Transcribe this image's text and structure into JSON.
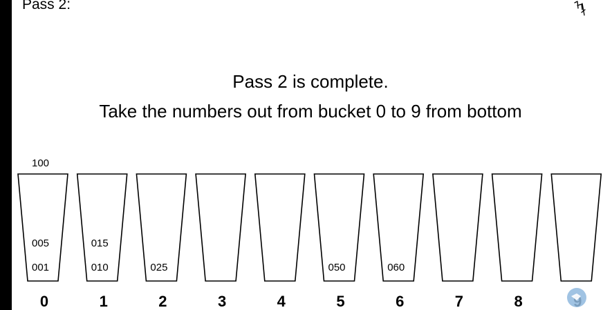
{
  "title": "Pass 2:",
  "message_line1": "Pass 2 is complete.",
  "message_line2": "Take the numbers out from bucket 0 to 9 from bottom",
  "buckets": [
    {
      "label": "0",
      "items": [
        "005",
        "001"
      ],
      "overflow": "100"
    },
    {
      "label": "1",
      "items": [
        "015",
        "010"
      ]
    },
    {
      "label": "2",
      "items": [
        "025"
      ]
    },
    {
      "label": "3",
      "items": []
    },
    {
      "label": "4",
      "items": []
    },
    {
      "label": "5",
      "items": [
        "050"
      ]
    },
    {
      "label": "6",
      "items": [
        "060"
      ]
    },
    {
      "label": "7",
      "items": []
    },
    {
      "label": "8",
      "items": []
    },
    {
      "label": "9",
      "items": []
    }
  ],
  "colors": {
    "left_bar": "#000000",
    "bucket_stroke": "#000000",
    "logo": "#8fb8de"
  },
  "icons": {
    "top_right": "scribble-icon",
    "bottom_right": "watermark-logo-icon"
  }
}
